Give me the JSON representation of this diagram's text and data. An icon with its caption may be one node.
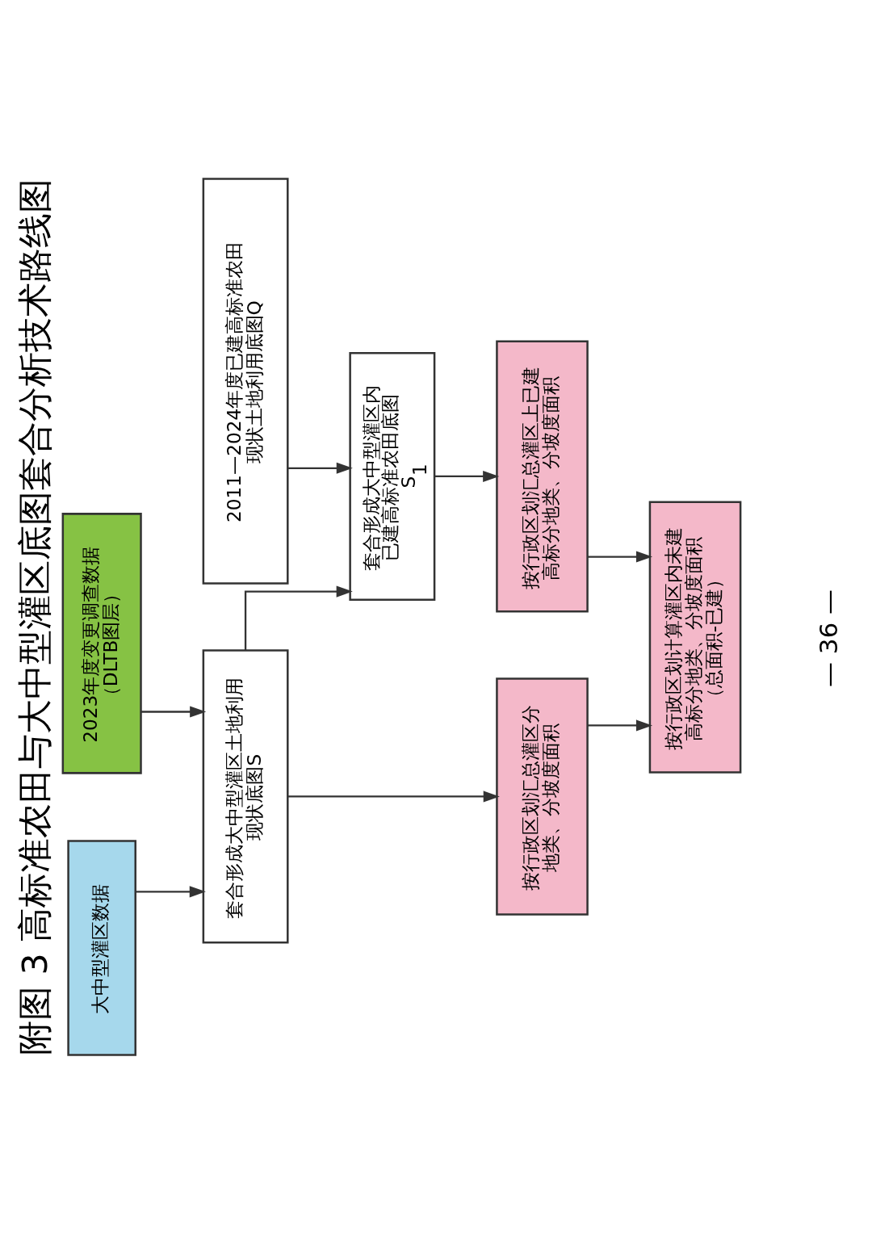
{
  "diagram": {
    "title": "附图 3 高标准农田与大中型灌区底图套合分析技术路线图",
    "nodes": [
      {
        "text": [
          "大中型灌区数据"
        ]
      },
      {
        "text": [
          "2023年度变更调查数据（DLTB图层）"
        ]
      },
      {
        "text": [
          "套合形成大中型灌区土地利用现状底图S"
        ]
      },
      {
        "text": [
          "2011—2024年度已建高标准农田现状土地利用底图Q"
        ]
      },
      {
        "text": [
          "套合形成大中型灌区内已建高标准农田底图S$_{1}$"
        ]
      },
      {
        "text": [
          "按行政区划汇总灌区分地类、分坡度面积"
        ]
      },
      {
        "text": [
          "按行政区划汇总灌区上已建高标分地类、分坡度面积"
        ]
      },
      {
        "text": [
          "按行政区划计算灌区内未建高标分地类、分坡度面积（总面积-已建）"
        ]
      }
    ],
    "edges": [
      {
        "from": 0,
        "to": 2,
        "arrow": "to"
      },
      {
        "from": 1,
        "to": 2,
        "arrow": "to"
      },
      {
        "from": 2,
        "to": 5,
        "arrow": "to"
      },
      {
        "from": 2,
        "to": 4,
        "arrow": "to"
      },
      {
        "from": 3,
        "to": 4,
        "arrow": "to"
      },
      {
        "from": 4,
        "to": 6,
        "arrow": "to"
      },
      {
        "from": 5,
        "to": 7,
        "arrow": "to"
      },
      {
        "from": 6,
        "to": 7,
        "arrow": "to"
      }
    ],
    "labels": [
      "— 36 —"
    ]
  }
}
